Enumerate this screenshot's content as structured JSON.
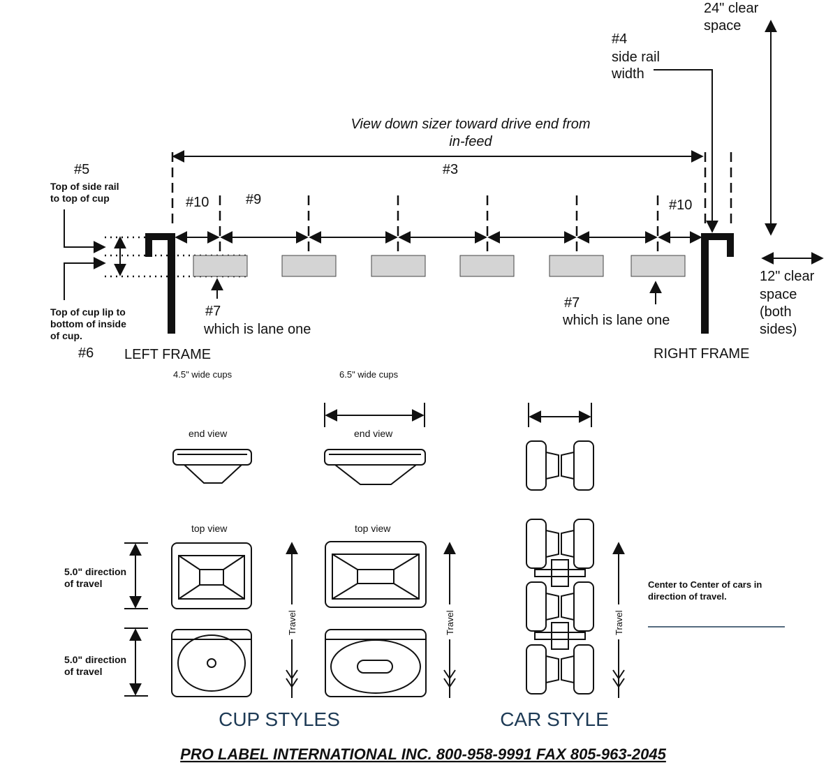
{
  "labels": {
    "clear_24": "24\" clear",
    "clear_24_b": "space",
    "n4": "#4",
    "n4_b": "side rail",
    "n4_c": "width",
    "view_1": "View down sizer toward drive end from",
    "view_2": "in-feed",
    "n3": "#3",
    "n5": "#5",
    "n5_desc_1": "Top of side rail",
    "n5_desc_2": "to top of cup",
    "n10_left": "#10",
    "n9": "#9",
    "n10_right": "#10",
    "clear_12_a": "12\" clear",
    "clear_12_b": "space",
    "clear_12_c": "(both",
    "clear_12_d": "sides)",
    "n6_desc_1": "Top of cup lip to",
    "n6_desc_2": "bottom of inside",
    "n6_desc_3": "of cup.",
    "n6": "#6",
    "n7_left": "#7",
    "n7_left_b": "which is lane one",
    "n7_right": "#7",
    "n7_right_b": "which is lane one",
    "left_frame": "LEFT FRAME",
    "right_frame": "RIGHT FRAME",
    "cups_45": "4.5\" wide cups",
    "cups_65": "6.5\" wide cups",
    "end_view_1": "end view",
    "end_view_2": "end view",
    "top_view_1": "top view",
    "top_view_2": "top view",
    "dir_1a": "5.0\" direction",
    "dir_1b": "of travel",
    "dir_2a": "5.0\" direction",
    "dir_2b": "of travel",
    "travel_1": "Travel",
    "travel_2": "Travel",
    "travel_3": "Travel",
    "center_1": "Center to Center of cars in",
    "center_2": "direction of travel.",
    "cup_styles": "CUP STYLES",
    "car_style": "CAR STYLE",
    "footer": "PRO LABEL INTERNATIONAL INC. 800-958-9991  FAX 805-963-2045"
  },
  "colors": {
    "ink": "#111111",
    "cup_fill": "#d4d4d4",
    "heading": "#1d3a55",
    "center_line": "#1d3a55"
  }
}
